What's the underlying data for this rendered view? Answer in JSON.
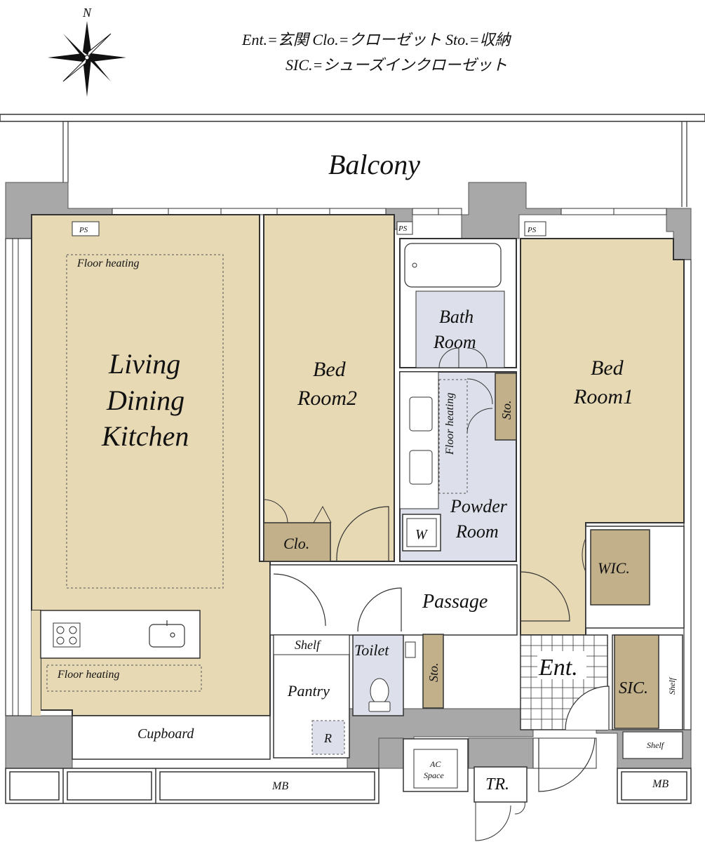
{
  "compass": {
    "north": "N"
  },
  "legend": {
    "line1": "Ent.=玄関  Clo.=クローゼット  Sto.=収納",
    "line2": "SIC.=シューズインクローゼット"
  },
  "rooms": {
    "balcony": "Balcony",
    "ldk": [
      "Living",
      "Dining",
      "Kitchen"
    ],
    "bedroom2": [
      "Bed",
      "Room2"
    ],
    "bedroom1": [
      "Bed",
      "Room1"
    ],
    "bathroom": [
      "Bath",
      "Room"
    ],
    "powder_room": [
      "Powder",
      "Room"
    ],
    "passage": "Passage",
    "toilet": "Toilet",
    "pantry": "Pantry",
    "entrance": "Ent.",
    "cupboard": "Cupboard"
  },
  "fixtures": {
    "ps": "PS",
    "floor_heating": "Floor heating",
    "closet": "Clo.",
    "storage": "Sto.",
    "wic": "WIC.",
    "sic": "SIC.",
    "shelf": "Shelf",
    "washer": "W",
    "refrigerator": "R",
    "ac_space": [
      "AC",
      "Space"
    ],
    "mb": "MB",
    "trunk_room": "TR."
  },
  "colors": {
    "room_fill": "#e8d9b5",
    "wet_fill": "#dde0ea",
    "storage_fill": "#c2b08a",
    "wall_fill": "#a8a8a8",
    "line": "#333333"
  }
}
